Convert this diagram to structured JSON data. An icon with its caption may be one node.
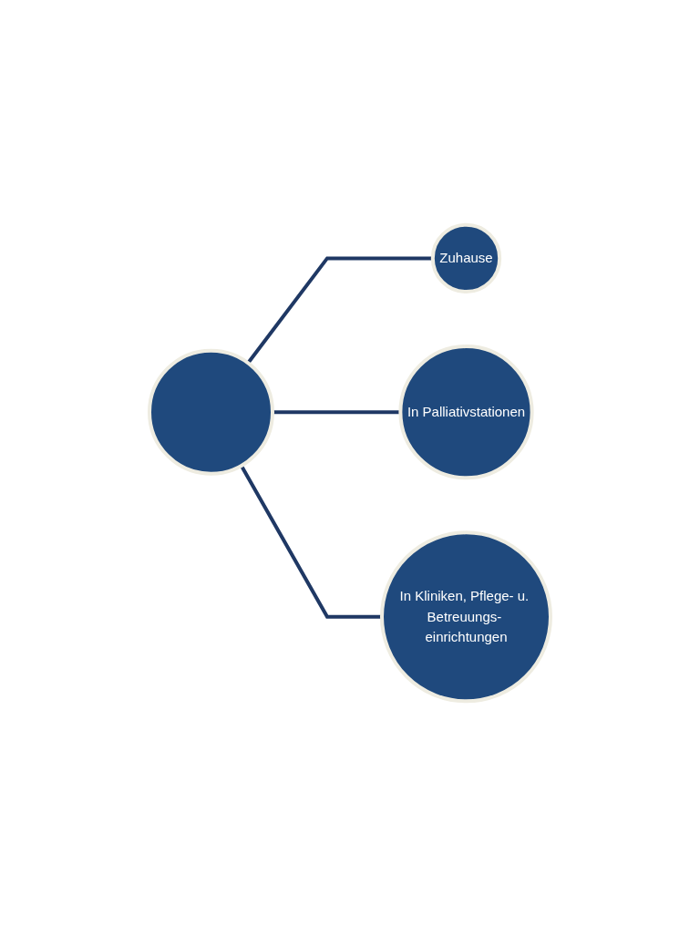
{
  "diagram": {
    "nodes": [
      {
        "text": [],
        "shape": "circle"
      },
      {
        "text": [
          "Zuhause"
        ]
      },
      {
        "text": [
          "In Palliativstationen"
        ]
      },
      {
        "text": [
          "In Kliniken, Pflege- u. Betreuungs- einrichtungen"
        ]
      }
    ],
    "edges": [
      {
        "from": 0,
        "to": 1,
        "arrow": "none"
      },
      {
        "from": 0,
        "to": 2,
        "arrow": "none"
      },
      {
        "from": 0,
        "to": 3,
        "arrow": "none"
      }
    ]
  }
}
